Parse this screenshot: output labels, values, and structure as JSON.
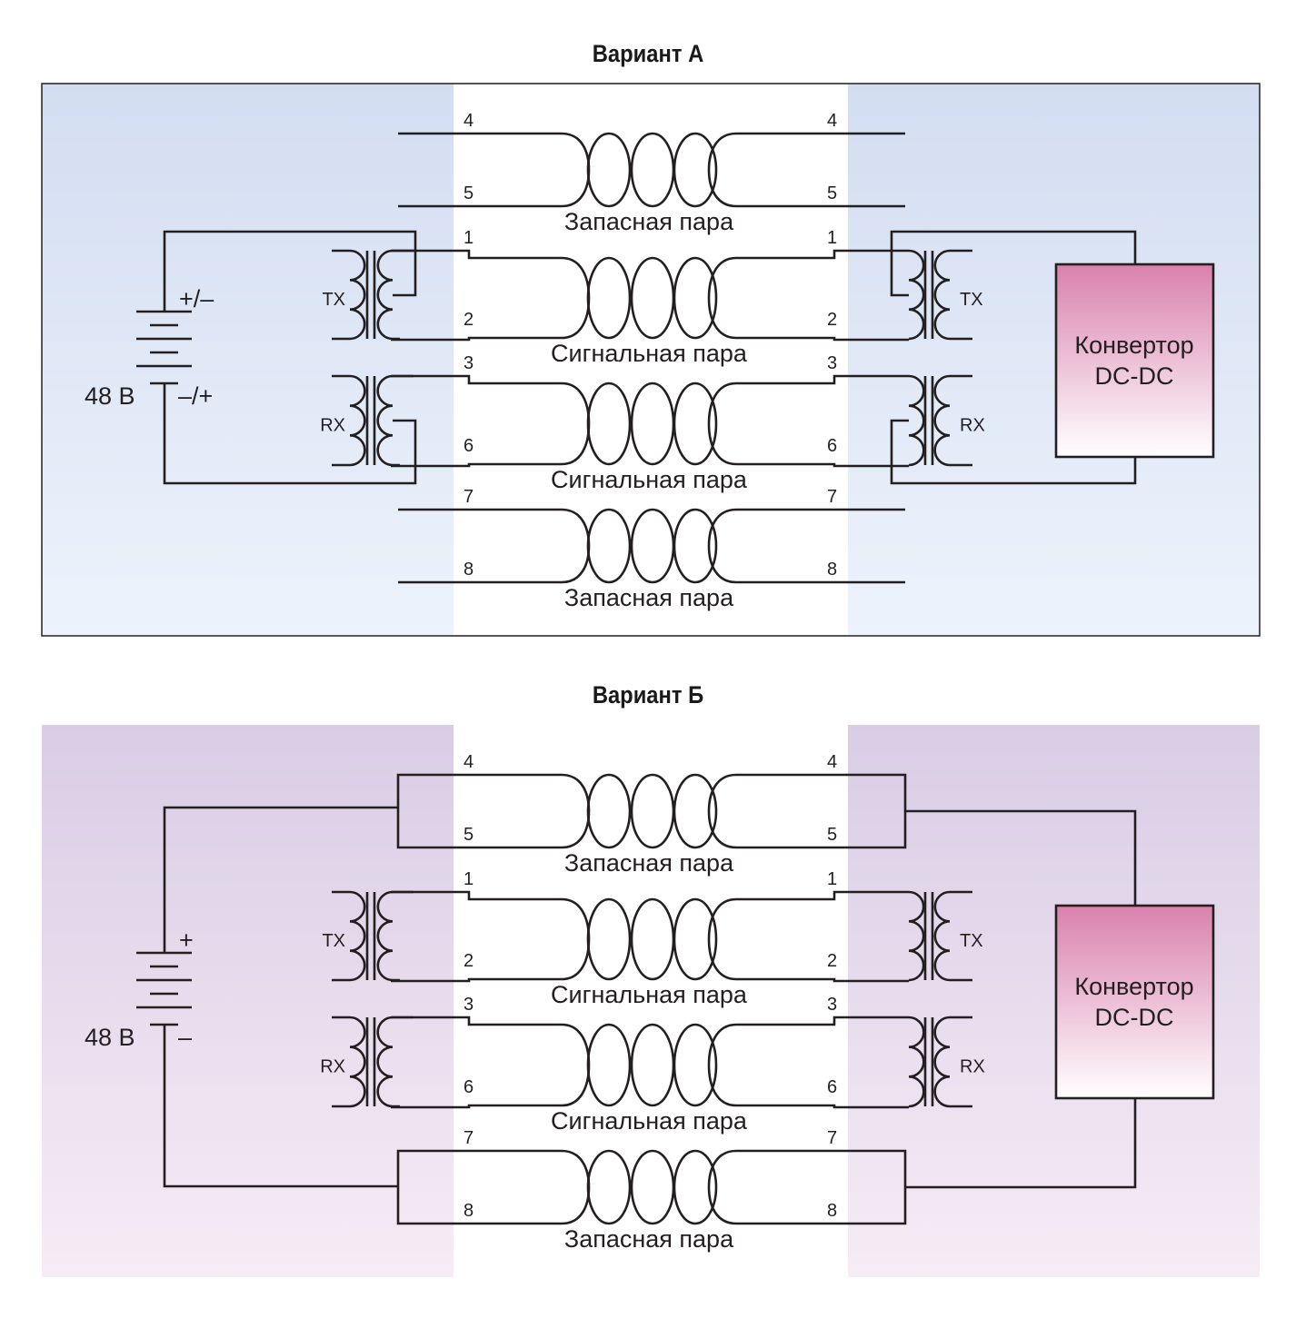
{
  "variants": [
    {
      "id": "A",
      "title": "Вариант А",
      "mode": "signal",
      "battery": {
        "voltage": "48 В",
        "top_polarity": "+/–",
        "bottom_polarity": "–/+"
      },
      "converter": {
        "line1": "Конвертор",
        "line2": "DC-DC"
      },
      "pairs": [
        {
          "pins": [
            "4",
            "5"
          ],
          "label": "Запасная пара",
          "type": "spare"
        },
        {
          "pins": [
            "1",
            "2"
          ],
          "label": "Сигнальная пара",
          "type": "signal",
          "xfmr": "TX"
        },
        {
          "pins": [
            "3",
            "6"
          ],
          "label": "Сигнальная пара",
          "type": "signal",
          "xfmr": "RX"
        },
        {
          "pins": [
            "7",
            "8"
          ],
          "label": "Запасная пара",
          "type": "spare"
        }
      ],
      "colors": {
        "panel_top": "#d3ddf1",
        "panel_bottom": "#edf3fc",
        "border": "#231f20"
      }
    },
    {
      "id": "B",
      "title": "Вариант Б",
      "mode": "spare",
      "battery": {
        "voltage": "48 В",
        "top_polarity": "+",
        "bottom_polarity": "–"
      },
      "converter": {
        "line1": "Конвертор",
        "line2": "DC-DC"
      },
      "pairs": [
        {
          "pins": [
            "4",
            "5"
          ],
          "label": "Запасная пара",
          "type": "spare"
        },
        {
          "pins": [
            "1",
            "2"
          ],
          "label": "Сигнальная пара",
          "type": "signal",
          "xfmr": "TX"
        },
        {
          "pins": [
            "3",
            "6"
          ],
          "label": "Сигнальная пара",
          "type": "signal",
          "xfmr": "RX"
        },
        {
          "pins": [
            "7",
            "8"
          ],
          "label": "Запасная пара",
          "type": "spare"
        }
      ],
      "colors": {
        "panel_top": "#d8cde5",
        "panel_bottom": "#f6ecf5",
        "border": "none"
      }
    }
  ],
  "colors": {
    "wire": "#231f20",
    "converter_top": "#d981ad",
    "converter_bottom": "#ffffff"
  }
}
